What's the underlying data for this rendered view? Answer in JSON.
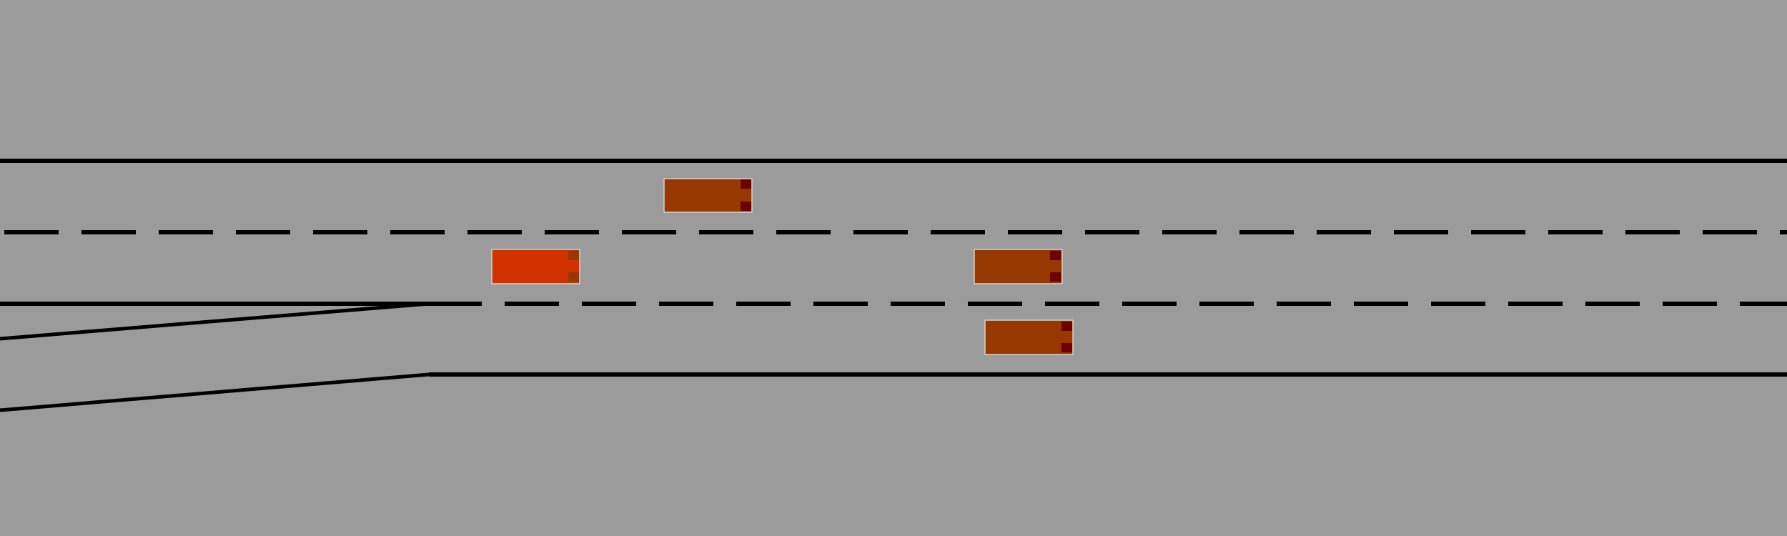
{
  "colors": {
    "background": "#9b9b9b",
    "lane_marking": "#000000",
    "ego_vehicle_body": "#d23200",
    "other_vehicle_body": "#963800",
    "vehicle_light": "#6e0000",
    "vehicle_outline": "#d2d2d2"
  },
  "scene": {
    "lanes": 3,
    "merge_ramp": "left",
    "vehicles": [
      {
        "role": "other",
        "lane": 1,
        "heading": "right"
      },
      {
        "role": "ego",
        "lane": 2,
        "heading": "right"
      },
      {
        "role": "other",
        "lane": 2,
        "heading": "right"
      },
      {
        "role": "other",
        "lane": 3,
        "heading": "right"
      }
    ]
  }
}
